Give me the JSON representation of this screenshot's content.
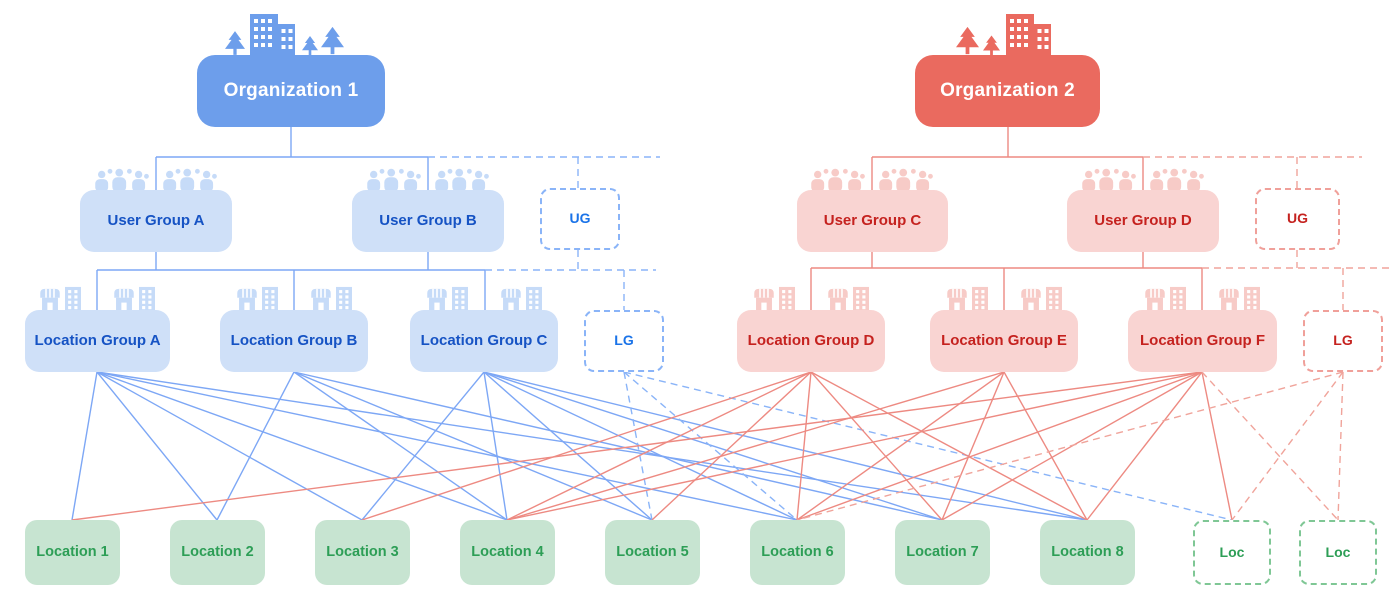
{
  "diagram_title": "Organizations, user groups, location groups and locations hierarchy",
  "colors": {
    "blue_accent": "#6d9eeb",
    "blue_light_fill": "#cfe0f8",
    "blue_text": "#1653c4",
    "blue_stub_text": "#1a73e8",
    "blue_line": "#7da7f5",
    "blue_dashed_line": "#8ab4f8",
    "blue_icon": "#c6dbf8",
    "red_accent": "#ea6a5f",
    "red_light_fill": "#f9d4d2",
    "red_text": "#c5221f",
    "red_line": "#ed8a82",
    "red_dashed_line": "#f0a49b",
    "red_icon": "#f7cbc7",
    "green_fill": "#c7e4d1",
    "green_text": "#2d9e56",
    "green_dashed_border": "#7fc795"
  },
  "nodes": {
    "org1": {
      "label": "Organization 1"
    },
    "org2": {
      "label": "Organization 2"
    },
    "ug_a": {
      "label": "User Group A"
    },
    "ug_b": {
      "label": "User Group B"
    },
    "ug_stub_blue": {
      "label": "UG"
    },
    "ug_c": {
      "label": "User Group C"
    },
    "ug_d": {
      "label": "User Group D"
    },
    "ug_stub_red": {
      "label": "UG"
    },
    "lg_a": {
      "label": "Location Group A"
    },
    "lg_b": {
      "label": "Location Group B"
    },
    "lg_c": {
      "label": "Location Group C"
    },
    "lg_stub_blue": {
      "label": "LG"
    },
    "lg_d": {
      "label": "Location Group D"
    },
    "lg_e": {
      "label": "Location Group E"
    },
    "lg_f": {
      "label": "Location Group F"
    },
    "lg_stub_red": {
      "label": "LG"
    },
    "l1": {
      "label": "Location 1"
    },
    "l2": {
      "label": "Location 2"
    },
    "l3": {
      "label": "Location 3"
    },
    "l4": {
      "label": "Location 4"
    },
    "l5": {
      "label": "Location 5"
    },
    "l6": {
      "label": "Location 6"
    },
    "l7": {
      "label": "Location 7"
    },
    "l8": {
      "label": "Location 8"
    },
    "loc_stub_1": {
      "label": "Loc"
    },
    "loc_stub_2": {
      "label": "Loc"
    }
  },
  "icon_names": [
    "building-icon",
    "tree-icon",
    "people-icon",
    "storefront-icon"
  ],
  "connections": {
    "blue_solid": [
      [
        "lg_a",
        "l1"
      ],
      [
        "lg_a",
        "l2"
      ],
      [
        "lg_a",
        "l3"
      ],
      [
        "lg_a",
        "l4"
      ],
      [
        "lg_a",
        "l6"
      ],
      [
        "lg_a",
        "l8"
      ],
      [
        "lg_b",
        "l2"
      ],
      [
        "lg_b",
        "l4"
      ],
      [
        "lg_b",
        "l5"
      ],
      [
        "lg_b",
        "l7"
      ],
      [
        "lg_c",
        "l3"
      ],
      [
        "lg_c",
        "l4"
      ],
      [
        "lg_c",
        "l5"
      ],
      [
        "lg_c",
        "l6"
      ],
      [
        "lg_c",
        "l7"
      ],
      [
        "lg_c",
        "l8"
      ]
    ],
    "blue_dashed": [
      [
        "lg_stub_blue",
        "l5"
      ],
      [
        "lg_stub_blue",
        "l6"
      ],
      [
        "lg_stub_blue",
        "loc_stub_1"
      ]
    ],
    "red_solid": [
      [
        "lg_d",
        "l3"
      ],
      [
        "lg_d",
        "l4"
      ],
      [
        "lg_d",
        "l5"
      ],
      [
        "lg_d",
        "l6"
      ],
      [
        "lg_d",
        "l7"
      ],
      [
        "lg_d",
        "l8"
      ],
      [
        "lg_e",
        "l4"
      ],
      [
        "lg_e",
        "l6"
      ],
      [
        "lg_e",
        "l7"
      ],
      [
        "lg_e",
        "l8"
      ],
      [
        "lg_f",
        "l1"
      ],
      [
        "lg_f",
        "l4"
      ],
      [
        "lg_f",
        "l6"
      ],
      [
        "lg_f",
        "l7"
      ],
      [
        "lg_f",
        "l8"
      ],
      [
        "lg_f",
        "loc_stub_1"
      ]
    ],
    "red_dashed": [
      [
        "lg_f",
        "loc_stub_2"
      ],
      [
        "lg_stub_red",
        "l6"
      ],
      [
        "lg_stub_red",
        "loc_stub_1"
      ],
      [
        "lg_stub_red",
        "loc_stub_2"
      ]
    ]
  }
}
